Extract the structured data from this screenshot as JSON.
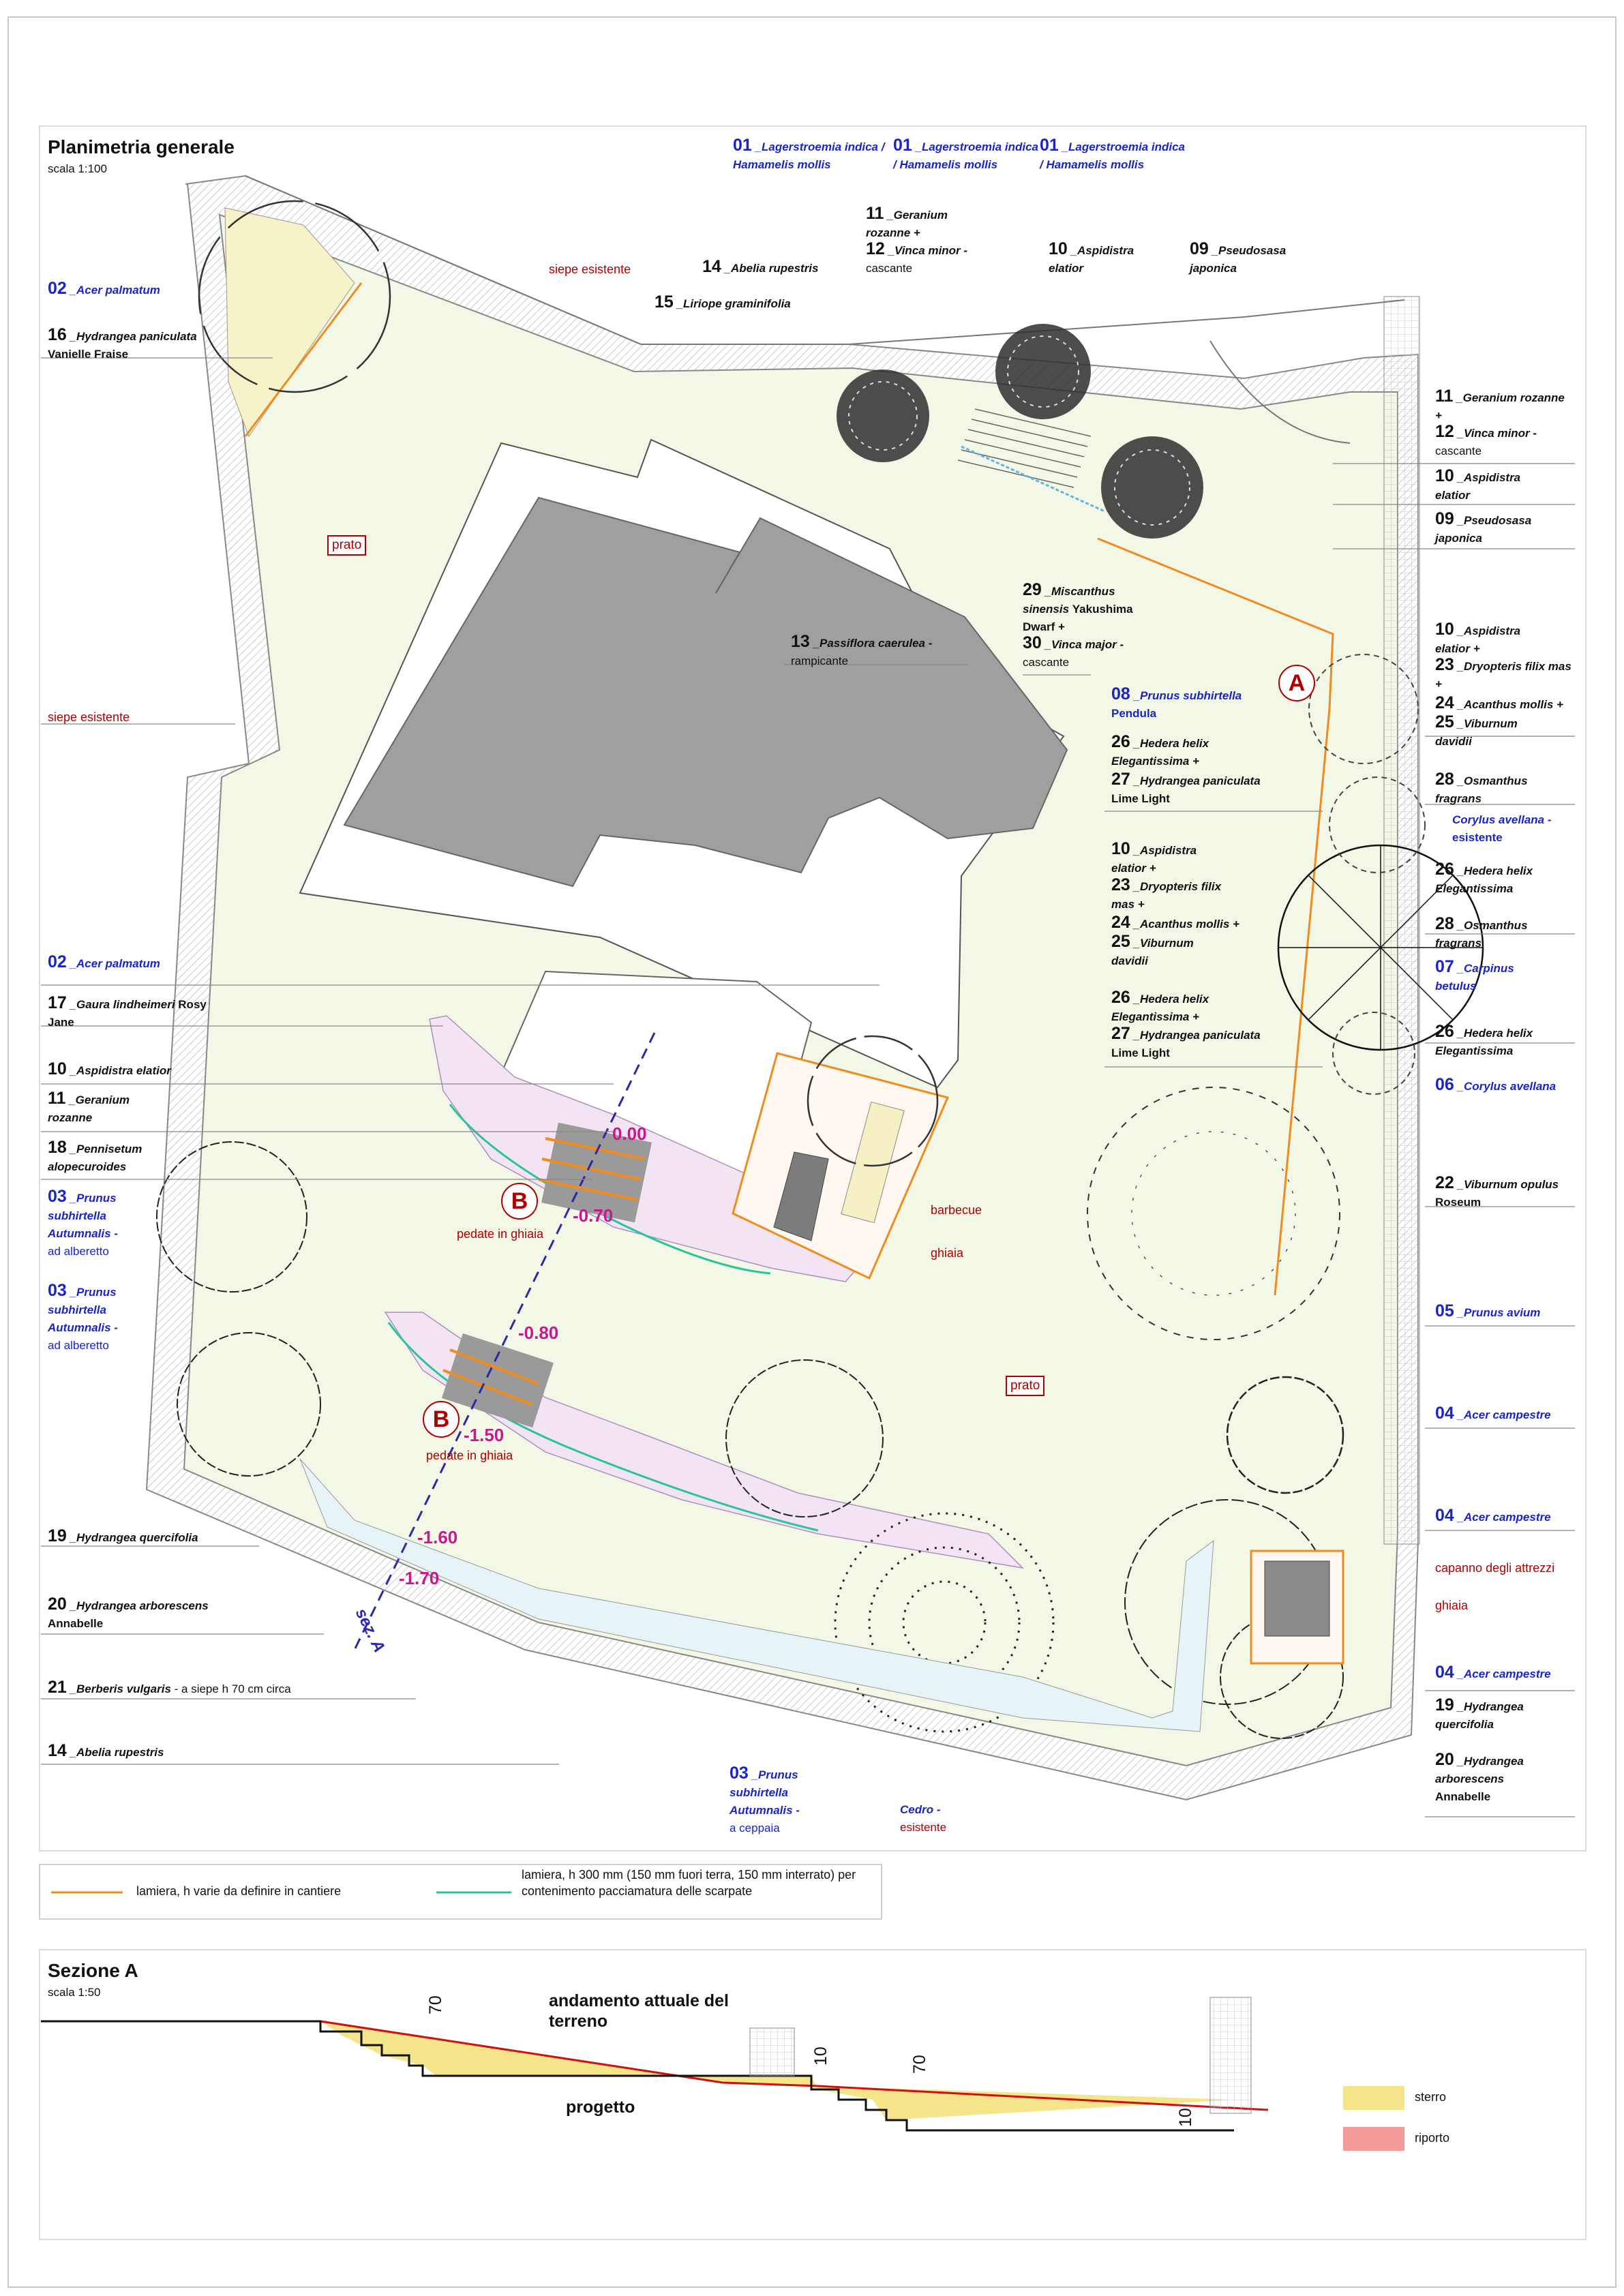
{
  "plan": {
    "title": "Planimetria generale",
    "scale": "scala 1:100",
    "areas": {
      "prato_1": "prato",
      "prato_2": "prato"
    },
    "notes": {
      "siepe_top": "siepe esistente",
      "siepe_left": "siepe esistente",
      "barbecue": "barbecue",
      "ghiaia_1": "ghiaia",
      "ghiaia_2": "ghiaia",
      "capanno": "capanno degli attrezzi",
      "pedate_1": "pedate in ghiaia",
      "pedate_2": "pedate in ghiaia",
      "section_cut": "sez. A"
    },
    "markers": {
      "a": "A",
      "b1": "B",
      "b2": "B"
    },
    "levels": [
      "0.00",
      "-0.70",
      "-0.80",
      "-1.50",
      "-1.60",
      "-1.70"
    ]
  },
  "labels": {
    "l01a": {
      "num": "01",
      "sp": "_Lagerstroemia indica / Hamamelis mollis"
    },
    "l01b": {
      "num": "01",
      "sp": "_Lagerstroemia indica / Hamamelis mollis"
    },
    "l01c": {
      "num": "01",
      "sp": "_Lagerstroemia indica / Hamamelis mollis"
    },
    "t11": {
      "num": "11",
      "sp": "_Geranium rozanne +"
    },
    "t12": {
      "num": "12",
      "sp": "_Vinca minor -",
      "note": "cascante"
    },
    "t10": {
      "num": "10",
      "sp": "_Aspidistra elatior"
    },
    "t09": {
      "num": "09",
      "sp": "_Pseudosasa japonica"
    },
    "t14": {
      "num": "14",
      "sp": "_Abelia rupestris"
    },
    "t15": {
      "num": "15",
      "sp": "_Liriope graminifolia"
    },
    "l02a": {
      "num": "02",
      "sp": "_Acer palmatum"
    },
    "l16": {
      "num": "16",
      "sp": "_Hydrangea paniculata",
      "cv": "Vanielle Fraise"
    },
    "r11": {
      "num": "11",
      "sp": "_Geranium rozanne +"
    },
    "r12": {
      "num": "12",
      "sp": "_Vinca minor -",
      "note": "cascante"
    },
    "r10": {
      "num": "10",
      "sp": "_Aspidistra elatior"
    },
    "r09": {
      "num": "09",
      "sp": "_Pseudosasa japonica"
    },
    "c29": {
      "num": "29",
      "sp": "_Miscanthus sinensis",
      "cv": "Yakushima Dwarf +"
    },
    "c30": {
      "num": "30",
      "sp": "_Vinca major -",
      "note": "cascante"
    },
    "c13": {
      "num": "13",
      "sp": "_Passiflora caerulea -",
      "note": "rampicante"
    },
    "r10b": {
      "num": "10",
      "sp": "_Aspidistra elatior +"
    },
    "r23b": {
      "num": "23",
      "sp": "_Dryopteris filix mas +"
    },
    "r24b": {
      "num": "24",
      "sp": "_Acanthus mollis +"
    },
    "r25b": {
      "num": "25",
      "sp": "_Viburnum davidii"
    },
    "c08": {
      "num": "08",
      "sp": "_Prunus subhirtella",
      "cv": "Pendula"
    },
    "c26a": {
      "num": "26",
      "sp": "_Hedera helix Elegantissima +"
    },
    "c27a": {
      "num": "27",
      "sp": "_Hydrangea paniculata",
      "cv": "Lime Light"
    },
    "r28a": {
      "num": "28",
      "sp": "_Osmanthus fragrans"
    },
    "r_cory": {
      "sp": "Corylus avellana -",
      "note": "esistente"
    },
    "c10c": {
      "num": "10",
      "sp": "_Aspidistra elatior +"
    },
    "c23c": {
      "num": "23",
      "sp": "_Dryopteris filix mas +"
    },
    "c24c": {
      "num": "24",
      "sp": "_Acanthus mollis +"
    },
    "c25c": {
      "num": "25",
      "sp": "_Viburnum davidii"
    },
    "r26b": {
      "num": "26",
      "sp": "_Hedera helix Elegantissima"
    },
    "r28b": {
      "num": "28",
      "sp": "_Osmanthus fragrans"
    },
    "r07": {
      "num": "07",
      "sp": "_Carpinus betulus"
    },
    "c26d": {
      "num": "26",
      "sp": "_Hedera helix Elegantissima +"
    },
    "c27d": {
      "num": "27",
      "sp": "_Hydrangea paniculata",
      "cv": "Lime Light"
    },
    "r26c": {
      "num": "26",
      "sp": "_Hedera helix Elegantissima"
    },
    "r06": {
      "num": "06",
      "sp": "_Corylus avellana"
    },
    "r22": {
      "num": "22",
      "sp": "_Viburnum opulus",
      "cv": "Roseum"
    },
    "r05": {
      "num": "05",
      "sp": "_Prunus avium"
    },
    "r04a": {
      "num": "04",
      "sp": "_Acer campestre"
    },
    "r04b": {
      "num": "04",
      "sp": "_Acer campestre"
    },
    "r04c": {
      "num": "04",
      "sp": "_Acer campestre"
    },
    "r19": {
      "num": "19",
      "sp": "_Hydrangea quercifolia"
    },
    "r20": {
      "num": "20",
      "sp": "_Hydrangea arborescens",
      "cv": "Annabelle"
    },
    "l02b": {
      "num": "02",
      "sp": "_Acer palmatum"
    },
    "l17": {
      "num": "17",
      "sp": "_Gaura lindheimeri",
      "cv": "Rosy Jane"
    },
    "l10": {
      "num": "10",
      "sp": "_Aspidistra elatior"
    },
    "l11": {
      "num": "11",
      "sp": "_Geranium rozanne"
    },
    "l18": {
      "num": "18",
      "sp": "_Pennisetum alopecuroides"
    },
    "l03a": {
      "num": "03",
      "sp": "_Prunus subhirtella Autumnalis -",
      "note": "ad alberetto"
    },
    "l03b": {
      "num": "03",
      "sp": "_Prunus subhirtella Autumnalis -",
      "note": "ad alberetto"
    },
    "l19": {
      "num": "19",
      "sp": "_Hydrangea quercifolia"
    },
    "l20": {
      "num": "20",
      "sp": "_Hydrangea arborescens",
      "cv": "Annabelle"
    },
    "l21": {
      "num": "21",
      "sp": "_Berberis vulgaris",
      "note": "- a siepe h 70 cm circa"
    },
    "l14": {
      "num": "14",
      "sp": "_Abelia rupestris"
    },
    "b03": {
      "num": "03",
      "sp": "_Prunus subhirtella Autumnalis -",
      "note": "a ceppaia"
    },
    "b_cedro": {
      "sp": "Cedro -",
      "note": "esistente"
    }
  },
  "legend": {
    "orange": "lamiera, h varie da definire in cantiere",
    "teal": "lamiera, h 300 mm (150 mm fuori terra, 150 mm interrato) per contenimento pacciamatura delle scarpate",
    "colors": {
      "orange": "#f08c1e",
      "teal": "#2bc49a"
    }
  },
  "section": {
    "title": "Sezione A",
    "scale": "scala 1:50",
    "note_current": "andamento attuale del terreno",
    "note_project": "progetto",
    "dims": [
      "70",
      "10",
      "70",
      "10"
    ],
    "legend": {
      "sterro": "sterro",
      "riporto": "riporto"
    },
    "colors": {
      "sterro": "#f5e58a",
      "riporto": "#f59a9a"
    }
  }
}
